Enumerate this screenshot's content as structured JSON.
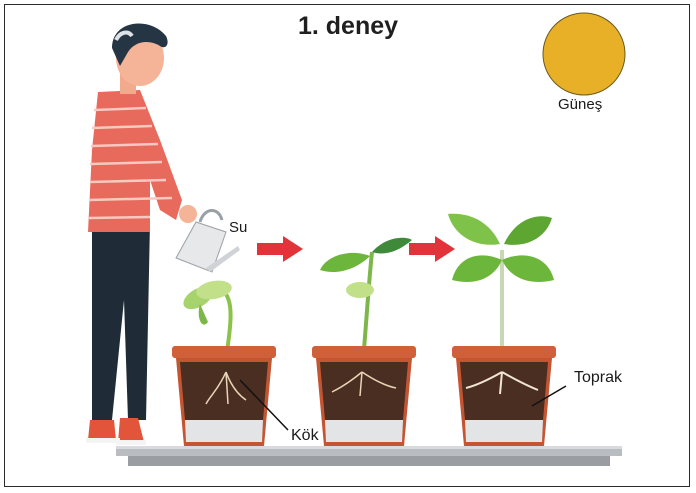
{
  "title": "1. deney",
  "labels": {
    "sun": "Güneş",
    "water": "Su",
    "root": "Kök",
    "soil": "Toprak"
  },
  "colors": {
    "sun": "#E8B027",
    "arrow": "#E0333A",
    "pot": "#D0603A",
    "soil": "#4A2E22",
    "leaf": "#6DB63C",
    "shirt": "#E86A5D",
    "pants": "#1F2B36"
  }
}
